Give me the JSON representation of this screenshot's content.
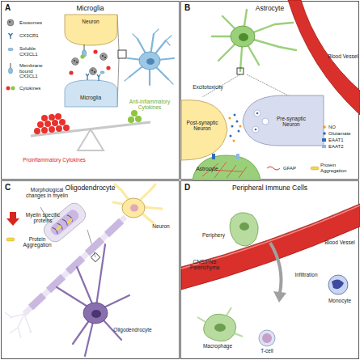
{
  "diagram": {
    "nodes": [
      {
        "text": [
          "A",
          "Microglia"
        ]
      },
      {
        "text": [
          "B",
          "Astrocyte"
        ]
      },
      {
        "text": [
          "C",
          "Oligodendrocyte"
        ]
      },
      {
        "text": [
          "D",
          "Peripheral Immune Cells"
        ]
      }
    ],
    "labels": [
      "Neuron",
      "Microglia",
      "Proinflammatory Cytokines",
      "Anti-inflammatory Cytokines",
      "Blood Vessel",
      "Excitotoxicity",
      "Post-synaptic Neuron",
      "Pre-synaptic Neuron",
      "Astrocyte",
      "Morphological changes in myelin",
      "Myelin specific proteins",
      "Protein Aggregation",
      "Neuron",
      "Oligodendrocyte",
      "Periphery",
      "Blood Vessel",
      "CNS/PNS Parenchyma",
      "Infiltration",
      "Monocyte",
      "Macrophage",
      "T-cell"
    ],
    "legend": [
      {
        "text": "Exosomes"
      },
      {
        "text": "CX3CR1"
      },
      {
        "text": "Soluble CX3CL1"
      },
      {
        "text": "Membrane bound CX3CL1"
      },
      {
        "text": "Cytokines"
      },
      {
        "text": "NO"
      },
      {
        "text": "Glutamate"
      },
      {
        "text": "EAAT1"
      },
      {
        "text": "EAAT2"
      },
      {
        "text": "GFAP"
      },
      {
        "text": "Protein Aggregation"
      }
    ]
  }
}
